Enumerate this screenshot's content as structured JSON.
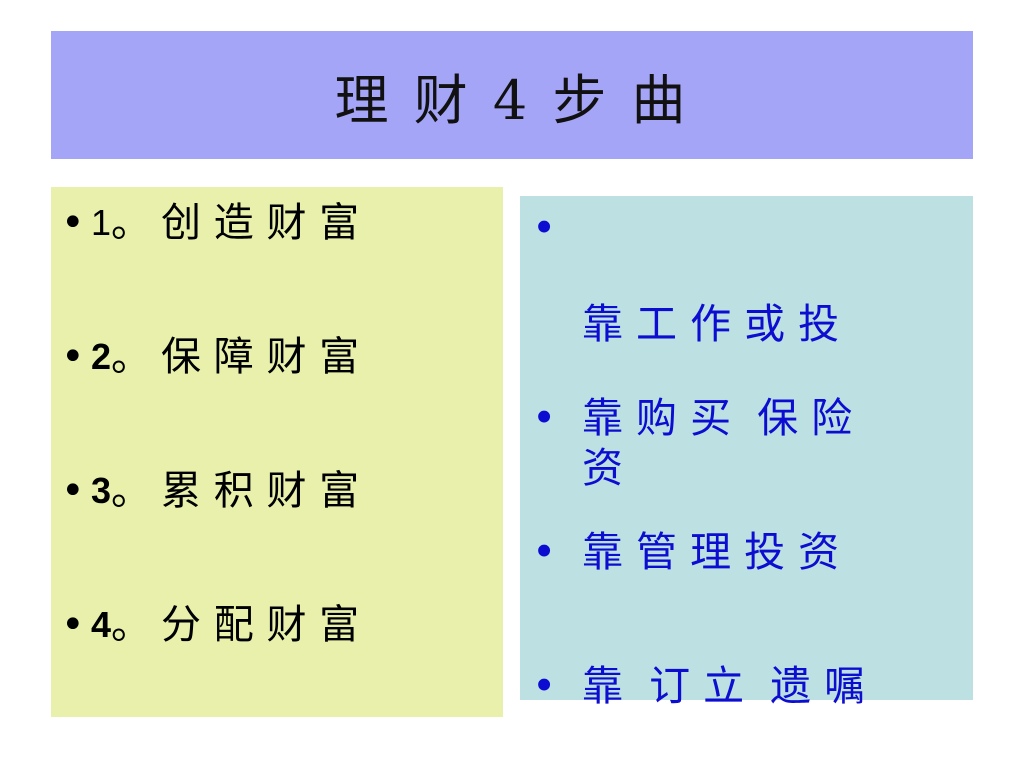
{
  "title": "理 财 4 步 曲",
  "bullet_glyph": "•",
  "left_items": [
    {
      "number": "1",
      "separator": "。",
      "text": "创 造 财 富"
    },
    {
      "number": "2",
      "separator": "。",
      "text": "保 障 财 富"
    },
    {
      "number": "3",
      "separator": "。",
      "text": "累 积 财 富"
    },
    {
      "number": "4",
      "separator": "。",
      "text": "分 配 财 富"
    }
  ],
  "right_items": [
    {
      "text_line1": "靠 工 作 或 投",
      "text_line2": "资"
    },
    {
      "text": "靠 购 买  保 险"
    },
    {
      "text": "靠 管 理 投 资"
    },
    {
      "text": "靠  订 立  遗 嘱"
    }
  ],
  "colors": {
    "title_background": "#a5a5f8",
    "left_background": "#e8f0ab",
    "right_background": "#bde0e3",
    "right_text": "#0d0dd1"
  }
}
